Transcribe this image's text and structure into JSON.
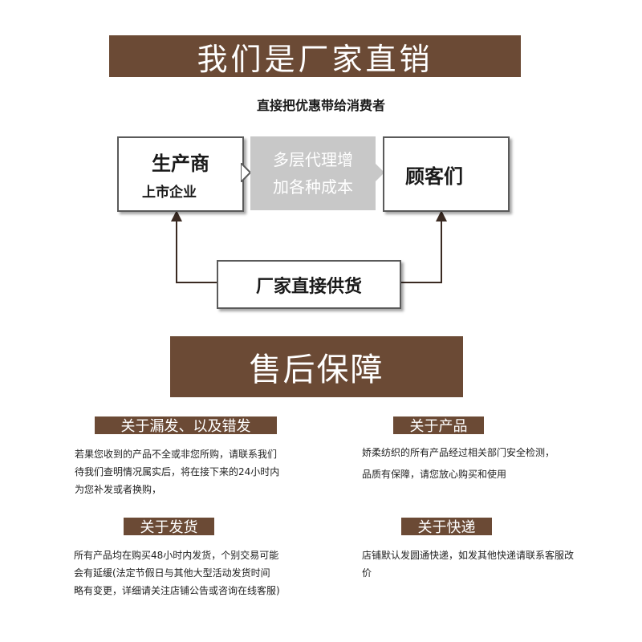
{
  "header": {
    "title": "我们是厂家直销",
    "subtitle": "直接把优惠带给消费者"
  },
  "diagram": {
    "producer": {
      "title": "生产商",
      "subtitle": "上市企业"
    },
    "agent": {
      "line1": "多层代理增",
      "line2": "加各种成本"
    },
    "customer": {
      "title": "顾客们"
    },
    "direct": {
      "title": "厂家直接供货"
    }
  },
  "after_sales": {
    "title": "售后保障",
    "missing": {
      "tag": "关于漏发、以及错发",
      "lines": [
        "若果您收到的产品不全或非您所购，请联系我们",
        "待我们查明情况属实后，将在接下来的24小时内",
        "为您补发或者换购，"
      ]
    },
    "product": {
      "tag": "关于产品",
      "lines": [
        "娇柔纺织的所有产品经过相关部门安全检测，",
        "品质有保障，请您放心购买和使用"
      ]
    },
    "shipping": {
      "tag": "关于发货",
      "lines": [
        "所有产品均在购买48小时内发货，个别交易可能",
        "会有延缓(法定节假日与其他大型活动发货时间",
        "略有变更，详细请关注店铺公告或咨询在线客服)"
      ]
    },
    "express": {
      "tag": "关于快递",
      "lines": [
        "店铺默认发圆通快递，如发其他快递请联系客服改",
        "价"
      ]
    }
  },
  "colors": {
    "brown": "#6b4a35",
    "gray": "#c8c8c8",
    "border": "#5a5a5a"
  }
}
